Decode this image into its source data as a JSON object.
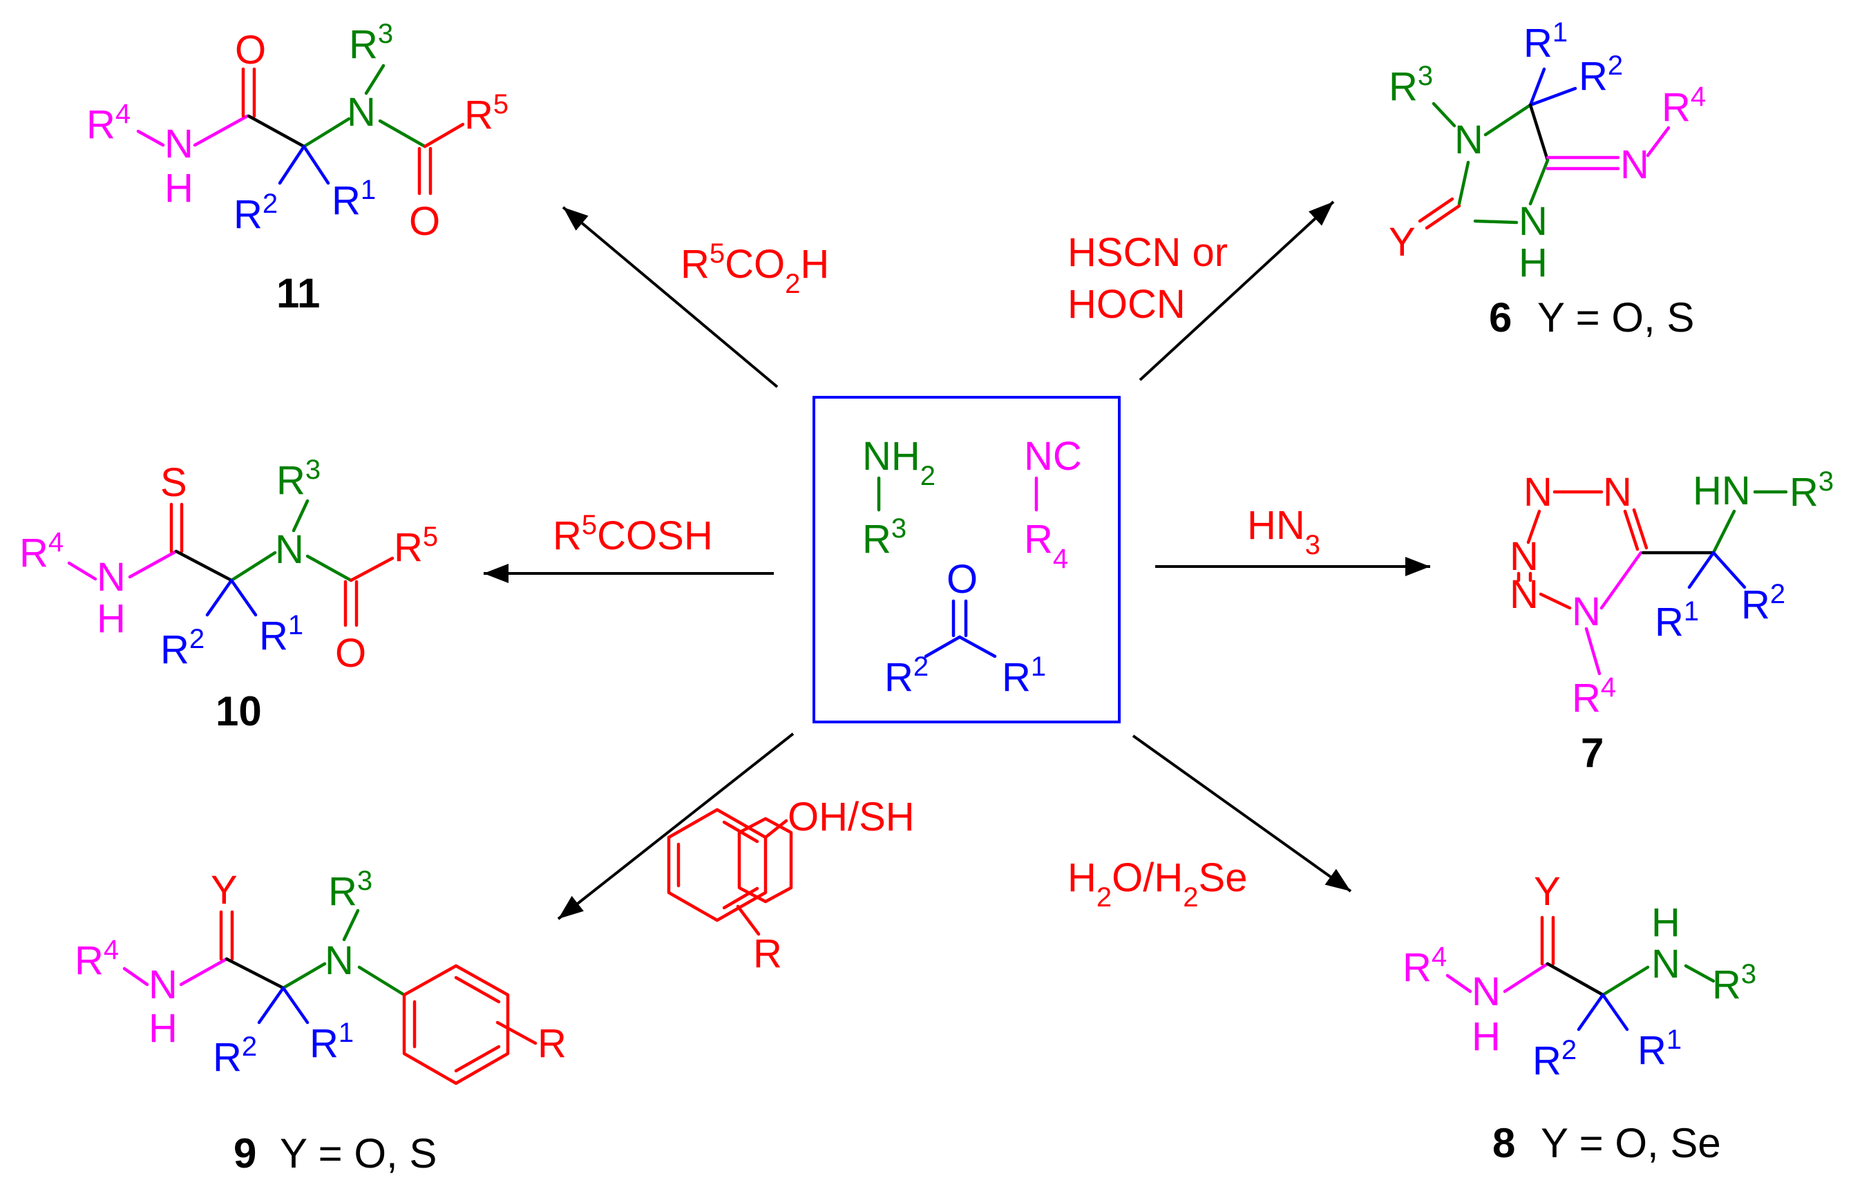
{
  "colors": {
    "red": "#ff0000",
    "green": "#008000",
    "blue": "#0000ff",
    "magenta": "#ff00ff",
    "black": "#000000",
    "box": "#0000ff"
  },
  "reagents": {
    "r11": "R5CO2H",
    "r10": "R5COSH",
    "r9": "OH/SH",
    "r9_sub": "R",
    "r6_line1": "HSCN or",
    "r6_line2": "HOCN",
    "r7": "HN3",
    "r8": "H2O/H2Se"
  },
  "starting_materials": {
    "amine": "NH2",
    "amine_sub": "R3",
    "isocyanide": "NC",
    "isocyanide_sub": "R4",
    "carbonyl_o": "O",
    "carbonyl_left": "R2",
    "carbonyl_right": "R1"
  },
  "products": {
    "p11": {
      "number": "11",
      "caption": ""
    },
    "p10": {
      "number": "10",
      "caption": ""
    },
    "p9": {
      "number": "9",
      "caption": "Y = O, S"
    },
    "p6": {
      "number": "6",
      "caption": "Y = O, S"
    },
    "p7": {
      "number": "7",
      "caption": ""
    },
    "p8": {
      "number": "8",
      "caption": "Y = O, Se"
    }
  },
  "atoms": {
    "O": "O",
    "S": "S",
    "N": "N",
    "H": "H",
    "Y": "Y",
    "R": "R"
  }
}
